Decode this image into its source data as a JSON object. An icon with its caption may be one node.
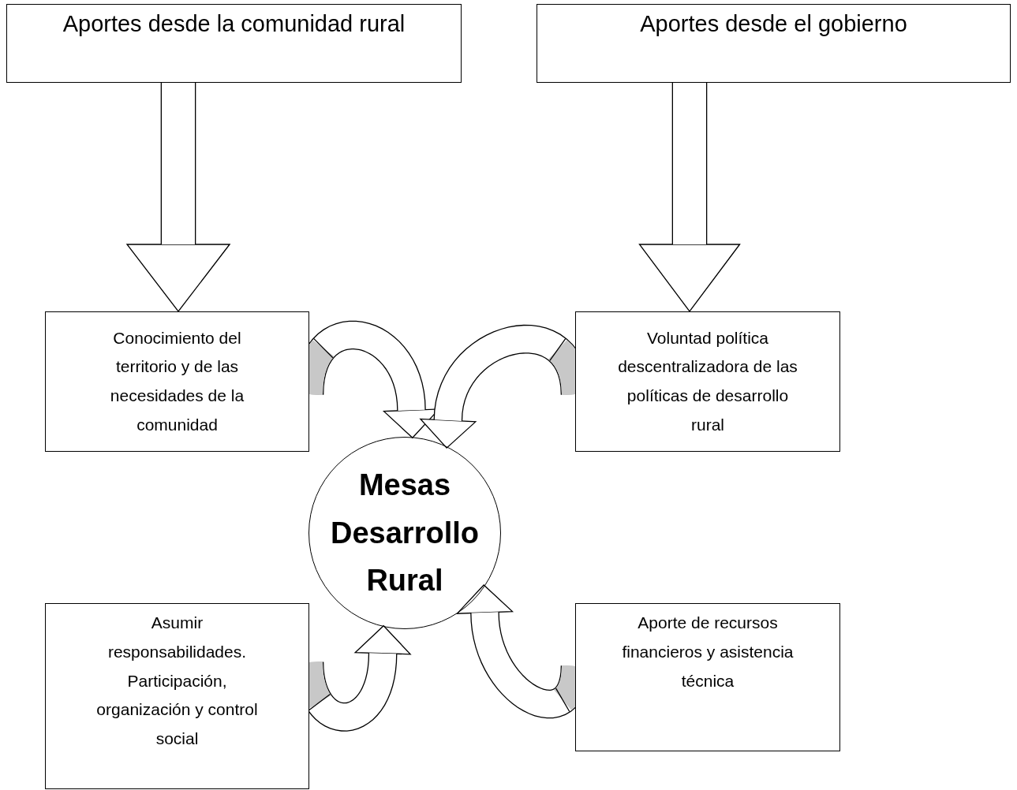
{
  "diagram": {
    "nodes": [
      {
        "text": [
          "Aportes desde la comunidad rural"
        ]
      },
      {
        "text": [
          "Aportes desde el gobierno"
        ]
      },
      {
        "text": [
          "Conocimiento del territorio y de las necesidades de la comunidad"
        ]
      },
      {
        "text": [
          "Voluntad política descentralizadora de las políticas de desarrollo rural"
        ]
      },
      {
        "text": [
          "Mesas Desarrollo Rural"
        ]
      },
      {
        "text": [
          "Asumir responsabilidades. Participación, organización y control social"
        ]
      },
      {
        "text": [
          "Aporte de recursos financieros y asistencia técnica"
        ]
      }
    ],
    "edges": [
      {
        "from": 0,
        "to": 2,
        "arrow": "to"
      },
      {
        "from": 1,
        "to": 3,
        "arrow": "to"
      },
      {
        "from": 2,
        "to": 4,
        "arrow": "to"
      },
      {
        "from": 3,
        "to": 4,
        "arrow": "to"
      },
      {
        "from": 5,
        "to": 4,
        "arrow": "to"
      },
      {
        "from": 6,
        "to": 4,
        "arrow": "to"
      }
    ]
  }
}
